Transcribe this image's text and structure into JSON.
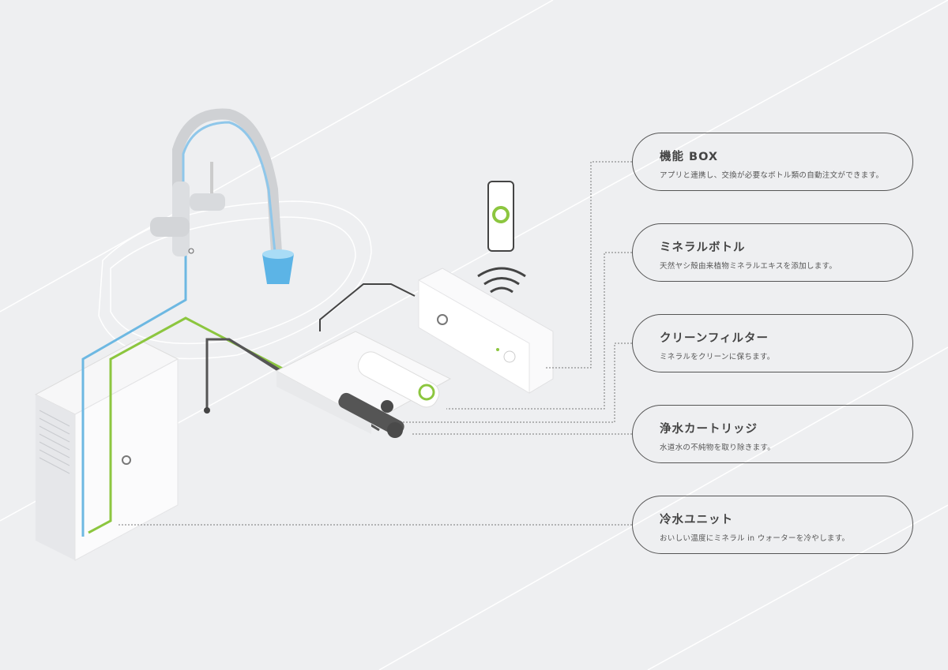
{
  "colors": {
    "background": "#eeeff1",
    "blue_pipe": "#6db8e2",
    "green_pipe": "#8cc63f",
    "dark_pipe": "#444444",
    "label_border": "#555555"
  },
  "components": [
    {
      "title": "機能 BOX",
      "description": "アプリと連携し、交換が必要なボトル類の自動注文ができます。"
    },
    {
      "title": "ミネラルボトル",
      "description": "天然ヤシ殻由来植物ミネラルエキスを添加します。"
    },
    {
      "title": "クリーンフィルター",
      "description": "ミネラルをクリーンに保ちます。"
    },
    {
      "title": "浄水カートリッジ",
      "description": "水道水の不純物を取り除きます。"
    },
    {
      "title": "冷水ユニット",
      "description": "おいしい温度にミネラル in ウォーターを冷やします。"
    }
  ]
}
